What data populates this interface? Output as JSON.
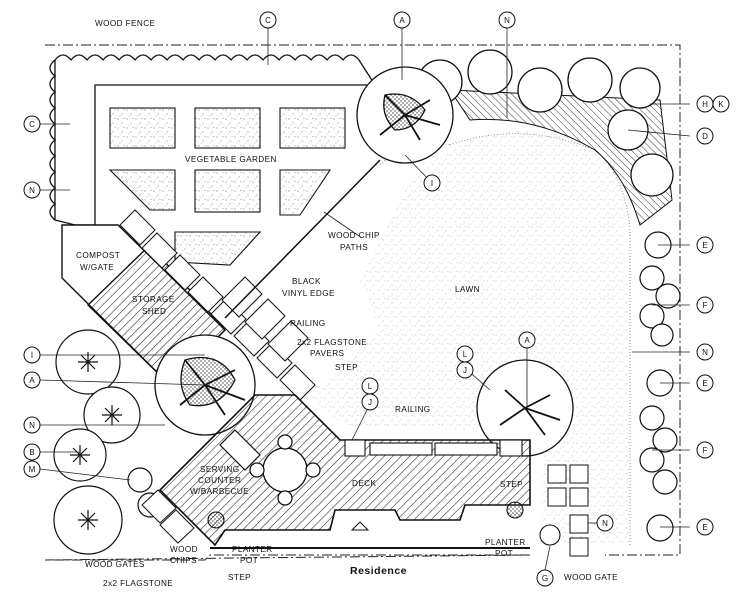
{
  "labels": {
    "wood_fence": "WOOD FENCE",
    "vegetable_garden": "VEGETABLE GARDEN",
    "wood_chip_paths_1": "WOOD CHIP",
    "wood_chip_paths_2": "PATHS",
    "compost_1": "COMPOST",
    "compost_2": "W/GATE",
    "storage_1": "STORAGE",
    "storage_2": "SHED",
    "black_vinyl_1": "BLACK",
    "black_vinyl_2": "VINYL EDGE",
    "lawn": "LAWN",
    "railing_1": "RAILING",
    "railing_2": "RAILING",
    "flagstone_1": "2x2 FLAGSTONE",
    "flagstone_2": "PAVERS",
    "step_1": "STEP",
    "step_2": "STEP",
    "step_3": "STEP",
    "serving_1": "SERVING",
    "serving_2": "COUNTER",
    "serving_3": "W/BARBECUE",
    "deck": "DECK",
    "planter_pot_1a": "PLANTER",
    "planter_pot_1b": "POT",
    "planter_pot_2a": "PLANTER",
    "planter_pot_2b": "POT",
    "wood_gates": "WOOD GATES",
    "wood_chips_1": "WOOD",
    "wood_chips_2": "CHIPS",
    "flagstone_bottom": "2x2 FLAGSTONE",
    "wood_gate": "WOOD GATE",
    "residence": "Residence"
  },
  "keys": {
    "top_c": "C",
    "top_a": "A",
    "top_n": "N",
    "left_c": "C",
    "left_n1": "N",
    "left_i": "I",
    "left_a": "A",
    "left_n2": "N",
    "left_b": "B",
    "left_m": "M",
    "right_hk": "H",
    "right_k": "K",
    "right_d": "D",
    "right_e1": "E",
    "right_f1": "F",
    "right_n": "N",
    "right_e2": "E",
    "right_f2": "F",
    "right_e3": "E",
    "mid_i": "I",
    "mid_l1": "L",
    "mid_j1": "J",
    "mid_l2": "L",
    "mid_j2": "J",
    "mid_a": "A",
    "bot_n": "N",
    "bot_g": "G"
  }
}
